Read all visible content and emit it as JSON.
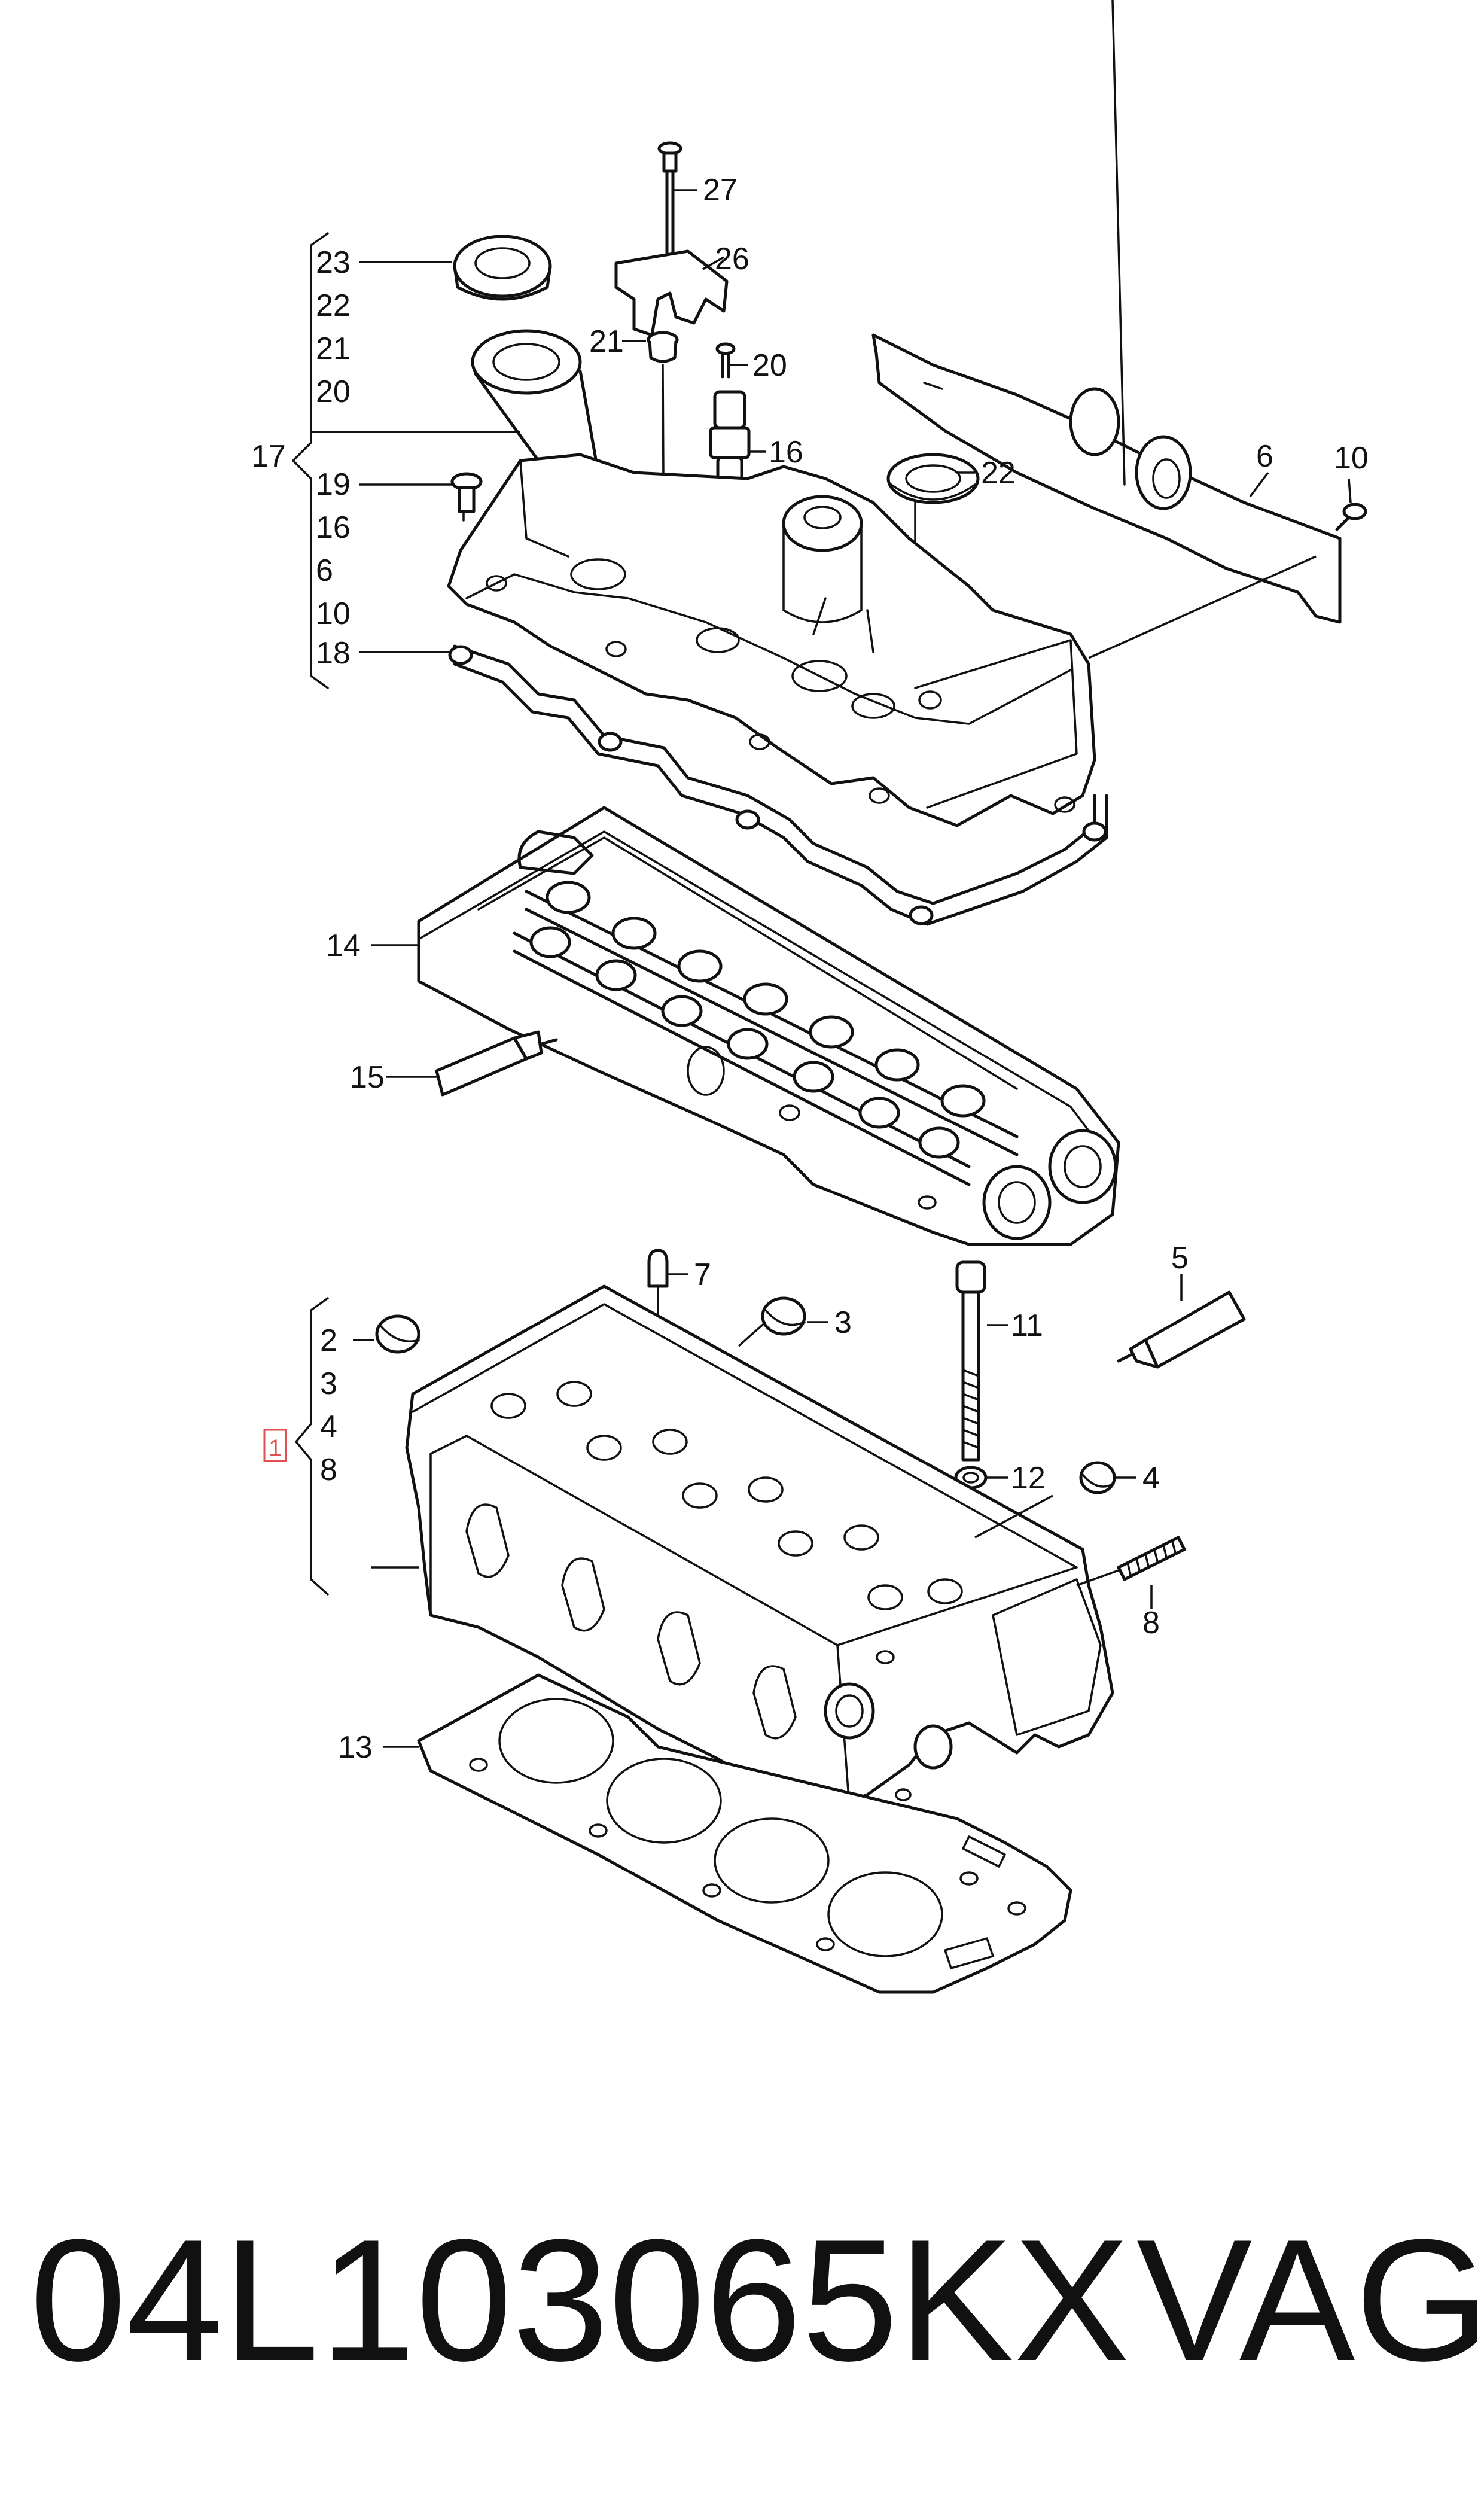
{
  "callouts": {
    "c27": "27",
    "c26": "26",
    "c23": "23",
    "c22a": "22",
    "c21a": "21",
    "c20a": "20",
    "c17": "17",
    "c19": "19",
    "c16a": "16",
    "c6a": "6",
    "c10a": "10",
    "c18": "18",
    "c21b": "21",
    "c20b": "20",
    "c16b": "16",
    "c22b": "22",
    "c6b": "6",
    "c10b": "10",
    "c14": "14",
    "c15": "15",
    "c2": "2",
    "c3a": "3",
    "c4a": "4",
    "c8a": "8",
    "c1": "1",
    "c7": "7",
    "c3b": "3",
    "c11": "11",
    "c5": "5",
    "c12": "12",
    "c4b": "4",
    "c8b": "8",
    "c13": "13"
  },
  "footer": {
    "part_number": "04L103065KX",
    "brand": "VAG"
  },
  "colors": {
    "line": "#111111",
    "highlight_box": "#e05050",
    "background": "#ffffff"
  }
}
